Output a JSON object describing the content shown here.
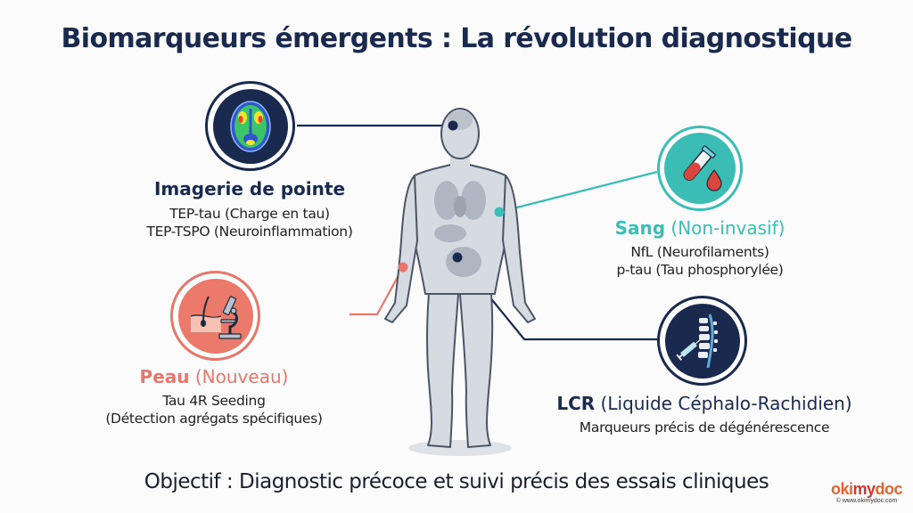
{
  "title": "Biomarqueurs émergents : La révolution diagnostique",
  "colors": {
    "navy": "#1a2a4f",
    "teal": "#3bbdb5",
    "salmon": "#e7776a",
    "body_gray": "#c9ced6"
  },
  "nodes": {
    "imaging": {
      "icon": "brain-pet-scan-icon",
      "heading": "Imagerie de pointe",
      "lines": [
        "TEP-tau (Charge en tau)",
        "TEP-TSPO (Neuroinflammation)"
      ],
      "anchor": "head"
    },
    "blood": {
      "icon": "blood-test-tube-icon",
      "heading_bold": "Sang",
      "heading_rest": " (Non-invasif)",
      "lines": [
        "NfL (Neurofilaments)",
        "p-tau (Tau phosphorylée)"
      ],
      "anchor": "upper-arm"
    },
    "skin": {
      "icon": "skin-microscope-icon",
      "heading_bold": "Peau",
      "heading_rest": " (Nouveau)",
      "lines": [
        "Tau 4R Seeding",
        "(Détection agrégats spécifiques)"
      ],
      "anchor": "wrist"
    },
    "csf": {
      "icon": "spine-lumbar-puncture-icon",
      "heading_bold": "LCR",
      "heading_rest": " (Liquide Céphalo-Rachidien)",
      "lines": [
        "Marqueurs précis de dégénérescence"
      ],
      "anchor": "abdomen"
    }
  },
  "objective": "Objectif : Diagnostic précoce et suivi précis des essais cliniques",
  "logo": {
    "brand_a": "oki",
    "brand_b": "my",
    "brand_c": "doc",
    "url": "© www.okimydoc.com"
  }
}
